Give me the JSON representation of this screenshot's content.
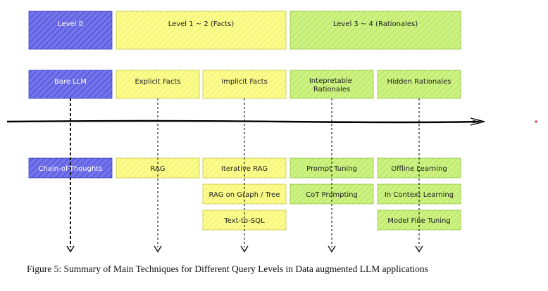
{
  "colors": {
    "blue": "#6a6ae6",
    "yellow": "#fbfb8a",
    "green": "#c8f07a",
    "axis": "#000000",
    "dot": "#d92c2c"
  },
  "levels": [
    {
      "label": "Level 0",
      "color": "blue"
    },
    {
      "label": "Level 1 ~ 2 (Facts)",
      "color": "yellow"
    },
    {
      "label": "Level 3 ~ 4 (Rationales)",
      "color": "green"
    }
  ],
  "categories": [
    {
      "label": "Bare LLM",
      "color": "blue"
    },
    {
      "label": "Explicit Facts",
      "color": "yellow"
    },
    {
      "label": "Implicit Facts",
      "color": "yellow"
    },
    {
      "label": "Intepretable Rationales",
      "color": "green"
    },
    {
      "label": "Hidden Rationales",
      "color": "green"
    }
  ],
  "techniques": [
    {
      "label": "Chain-of-Thoughts",
      "column": 0,
      "row": 0,
      "color": "blue"
    },
    {
      "label": "RAG",
      "column": 1,
      "row": 0,
      "color": "yellow"
    },
    {
      "label": "Iterative RAG",
      "column": 2,
      "row": 0,
      "color": "yellow"
    },
    {
      "label": "RAG on Graph / Tree",
      "column": 2,
      "row": 1,
      "color": "yellow"
    },
    {
      "label": "Text-to-SQL",
      "column": 2,
      "row": 2,
      "color": "yellow"
    },
    {
      "label": "Prompt Tuning",
      "column": 3,
      "row": 0,
      "color": "green"
    },
    {
      "label": "CoT Prompting",
      "column": 3,
      "row": 1,
      "color": "green"
    },
    {
      "label": "Offline Learning",
      "column": 4,
      "row": 0,
      "color": "green"
    },
    {
      "label": "In Context Learning",
      "column": 4,
      "row": 1,
      "color": "green"
    },
    {
      "label": "Model Fine Tuning",
      "column": 4,
      "row": 2,
      "color": "green"
    }
  ],
  "caption": "Figure 5: Summary of Main Techniques for Different Query Levels in Data augmented LLM applications"
}
